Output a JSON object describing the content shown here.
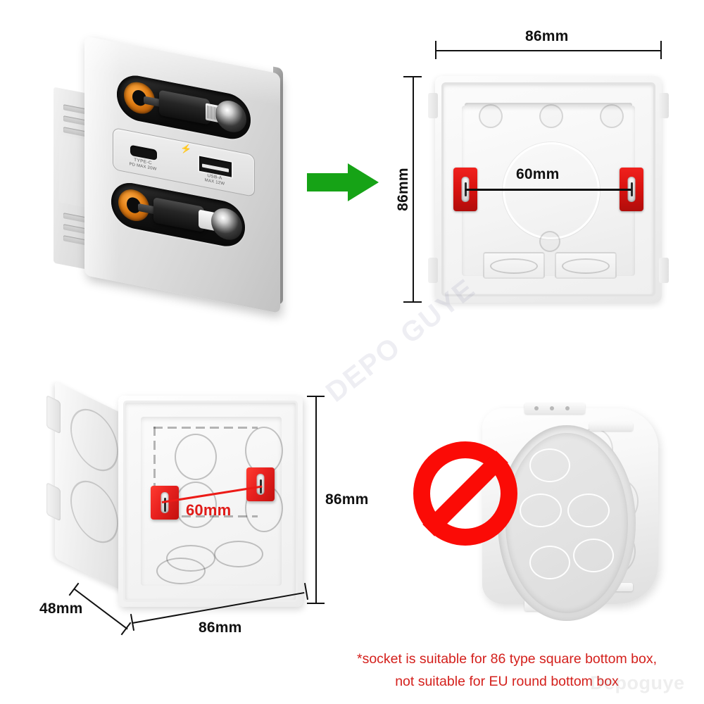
{
  "page": {
    "title": "Socket bottom box compatibility infographic",
    "background_color": "#ffffff"
  },
  "colors": {
    "arrow_green": "#16a316",
    "clip_red": "#e8211f",
    "prohibit_red": "#fb0b06",
    "caption_red": "#d4201c",
    "dimension_black": "#111111",
    "red_dimension": "#ec1b17"
  },
  "socket_panel": {
    "name": "wall socket with retractable cables and USB charging ports",
    "top_cable": "lightning-connector",
    "bottom_cable": "usb-c-connector",
    "charge_icon": "⚡",
    "ports": [
      {
        "id": "type-c",
        "line1": "TYPE-C",
        "line2": "PD MAX 20W"
      },
      {
        "id": "usb-a",
        "line1": "USB-A",
        "line2": "MAX 12W"
      }
    ]
  },
  "arrow": {
    "direction": "right",
    "icon": "arrow-right-icon"
  },
  "box_front": {
    "name": "86 type square bottom box - front view",
    "width_label": "86mm",
    "height_label": "86mm",
    "screw_spacing_label": "60mm"
  },
  "box_iso": {
    "name": "86 type square bottom box - three quarter view",
    "depth_label": "48mm",
    "width_label": "86mm",
    "height_label": "86mm",
    "screw_spacing_label": "60mm"
  },
  "box_round": {
    "name": "EU round bottom box - not supported",
    "status": "prohibited",
    "icon": "prohibition-icon"
  },
  "caption": {
    "line1": "*socket is suitable for 86 type square bottom box,",
    "line2": "not suitable for EU round bottom box"
  },
  "watermarks": {
    "diagonal": "DEPO GUYE",
    "flat": "Depoguye"
  }
}
